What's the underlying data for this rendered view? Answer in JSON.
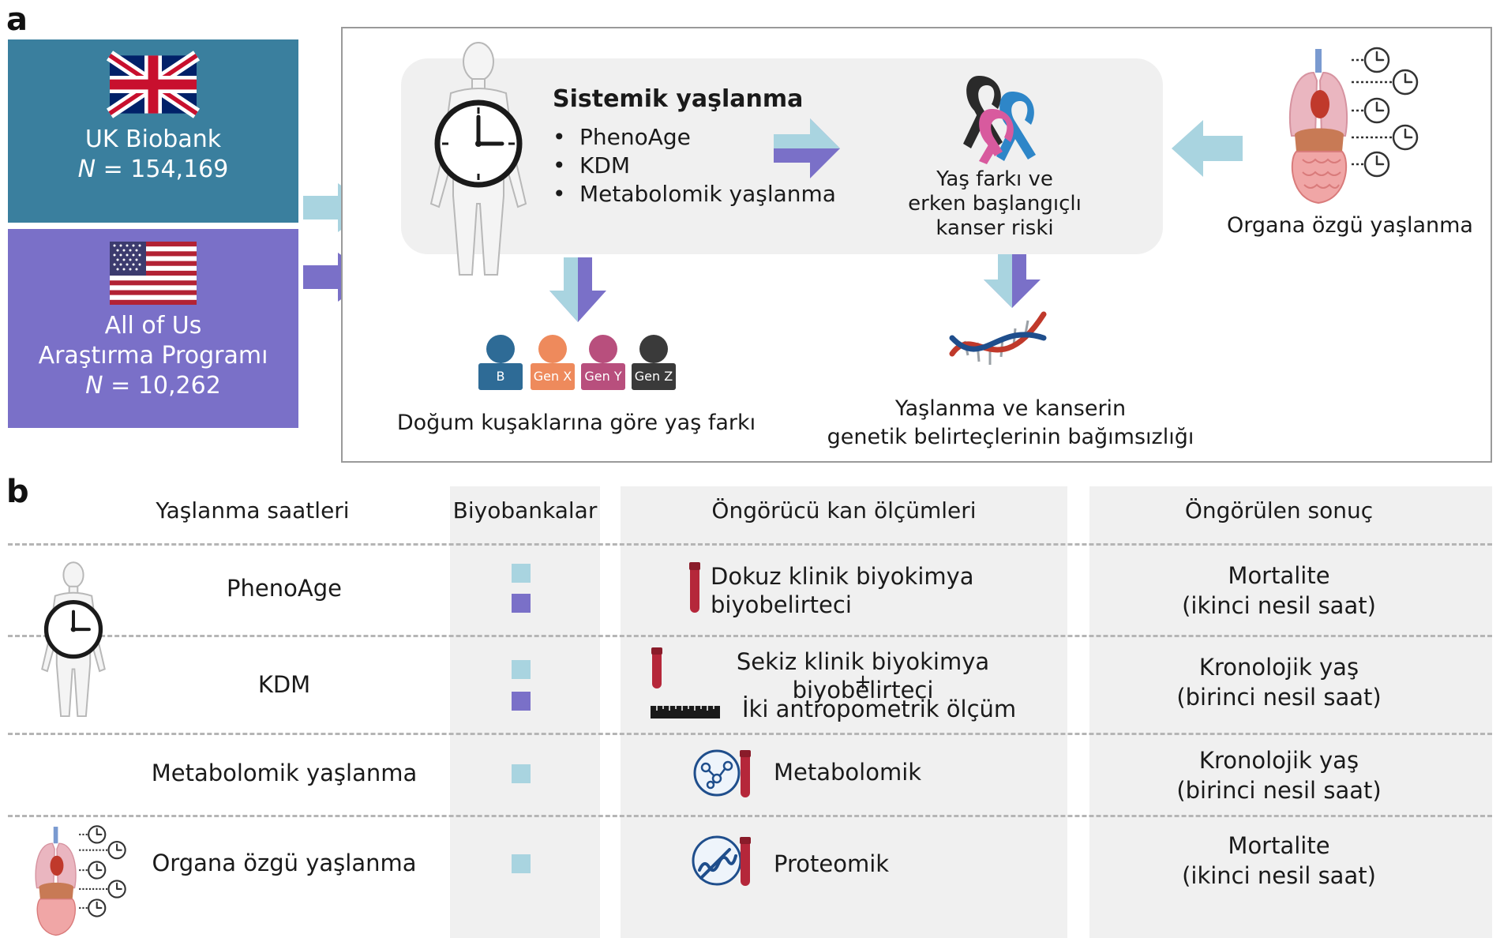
{
  "panel_a": {
    "letter": "a",
    "cohorts": {
      "uk": {
        "name": "UK Biobank",
        "n_label": "N",
        "n_value": " = 154,169",
        "flag_icon": "uk-flag-icon",
        "color": "#3a7f9e"
      },
      "us": {
        "name_line1": "All of Us",
        "name_line2": "Araştırma Programı",
        "n_label": "N",
        "n_value": " = 10,262",
        "flag_icon": "us-flag-icon",
        "color": "#7a70c8"
      }
    },
    "systemic": {
      "title": "Sistemik yaşlanma",
      "items": [
        "PhenoAge",
        "KDM",
        "Metabolomik yaşlanma"
      ]
    },
    "risk": {
      "line1": "Yaş farkı ve",
      "line2": "erken başlangıçlı",
      "line3": "kanser riski"
    },
    "organ": {
      "label": "Organa özgü yaşlanma"
    },
    "generations": {
      "badges": [
        "B",
        "Gen X",
        "Gen Y",
        "Gen Z"
      ],
      "caption": "Doğum kuşaklarına göre yaş farkı"
    },
    "genetic": {
      "line1": "Yaşlanma ve kanserin",
      "line2": "genetik belirteçlerinin bağımsızlığı"
    },
    "colors": {
      "light_blue": "#a9d4e0",
      "purple": "#7a70c8"
    }
  },
  "panel_b": {
    "letter": "b",
    "headers": {
      "clocks": "Yaşlanma saatleri",
      "biobanks": "Biyobankalar",
      "measures": "Öngörücü kan ölçümleri",
      "outcome": "Öngörülen sonuç"
    },
    "rows": [
      {
        "clock": "PhenoAge",
        "measure_line1": "Dokuz klinik biyokimya",
        "measure_line2": "biyobelirteci",
        "outcome_line1": "Mortalite",
        "outcome_line2": "(ikinci nesil saat)"
      },
      {
        "clock": "KDM",
        "measure_line1": "Sekiz klinik biyokimya biyobelirteci",
        "measure_plus": "+",
        "measure_line2": "İki antropometrik ölçüm",
        "outcome_line1": "Kronolojik yaş",
        "outcome_line2": "(birinci nesil saat)"
      },
      {
        "clock": "Metabolomik yaşlanma",
        "measure_line1": "Metabolomik",
        "outcome_line1": "Kronolojik yaş",
        "outcome_line2": "(birinci nesil saat)"
      },
      {
        "clock": "Organa özgü yaşlanma",
        "measure_line1": "Proteomik",
        "outcome_line1": "Mortalite",
        "outcome_line2": "(ikinci nesil saat)"
      }
    ]
  }
}
